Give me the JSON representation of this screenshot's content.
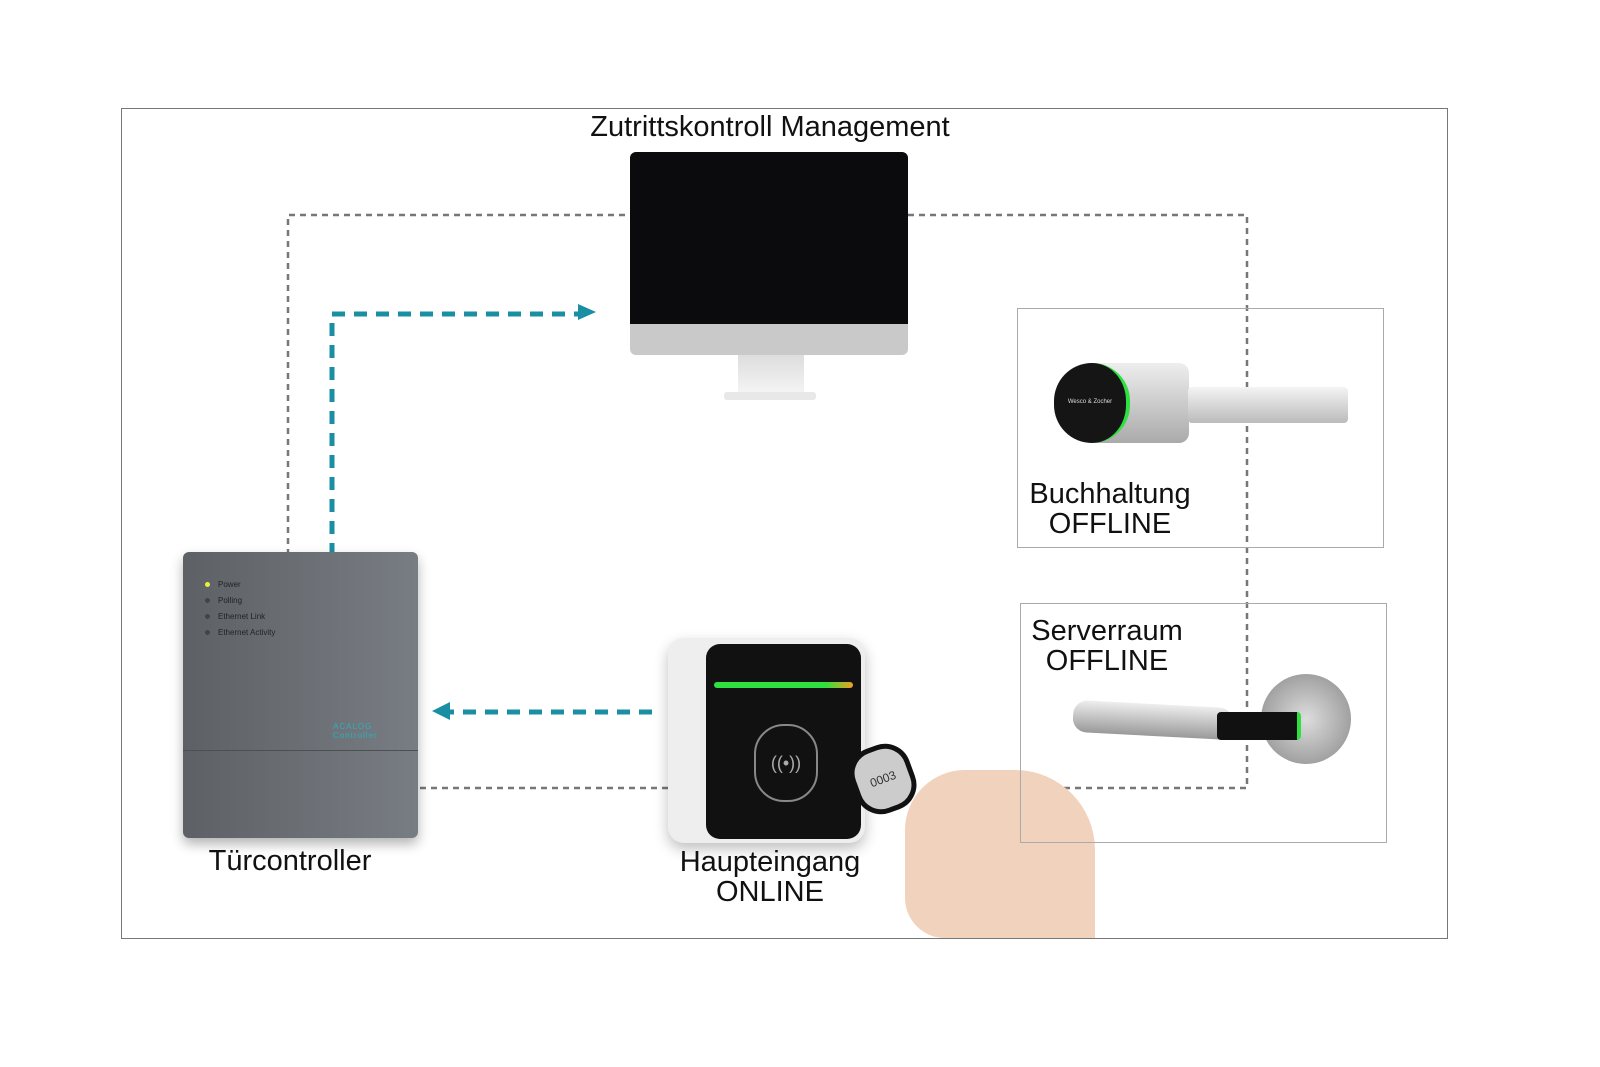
{
  "title": "Zutrittskontroll Management",
  "controller": {
    "label": "Türcontroller",
    "leds": [
      "Power",
      "Polling",
      "Ethernet Link",
      "Ethernet Activity"
    ],
    "brand": "ACALOG Controller"
  },
  "reader": {
    "name": "Haupteingang",
    "status": "ONLINE",
    "tag": "0003"
  },
  "lock1": {
    "name": "Buchhaltung",
    "status": "OFFLINE",
    "brand": "Wesco & Zocher"
  },
  "lock2": {
    "name": "Serverraum",
    "status": "OFFLINE"
  },
  "colors": {
    "teal": "#1a8fa3",
    "gray_line": "#777777",
    "led_green": "#2ee040"
  }
}
